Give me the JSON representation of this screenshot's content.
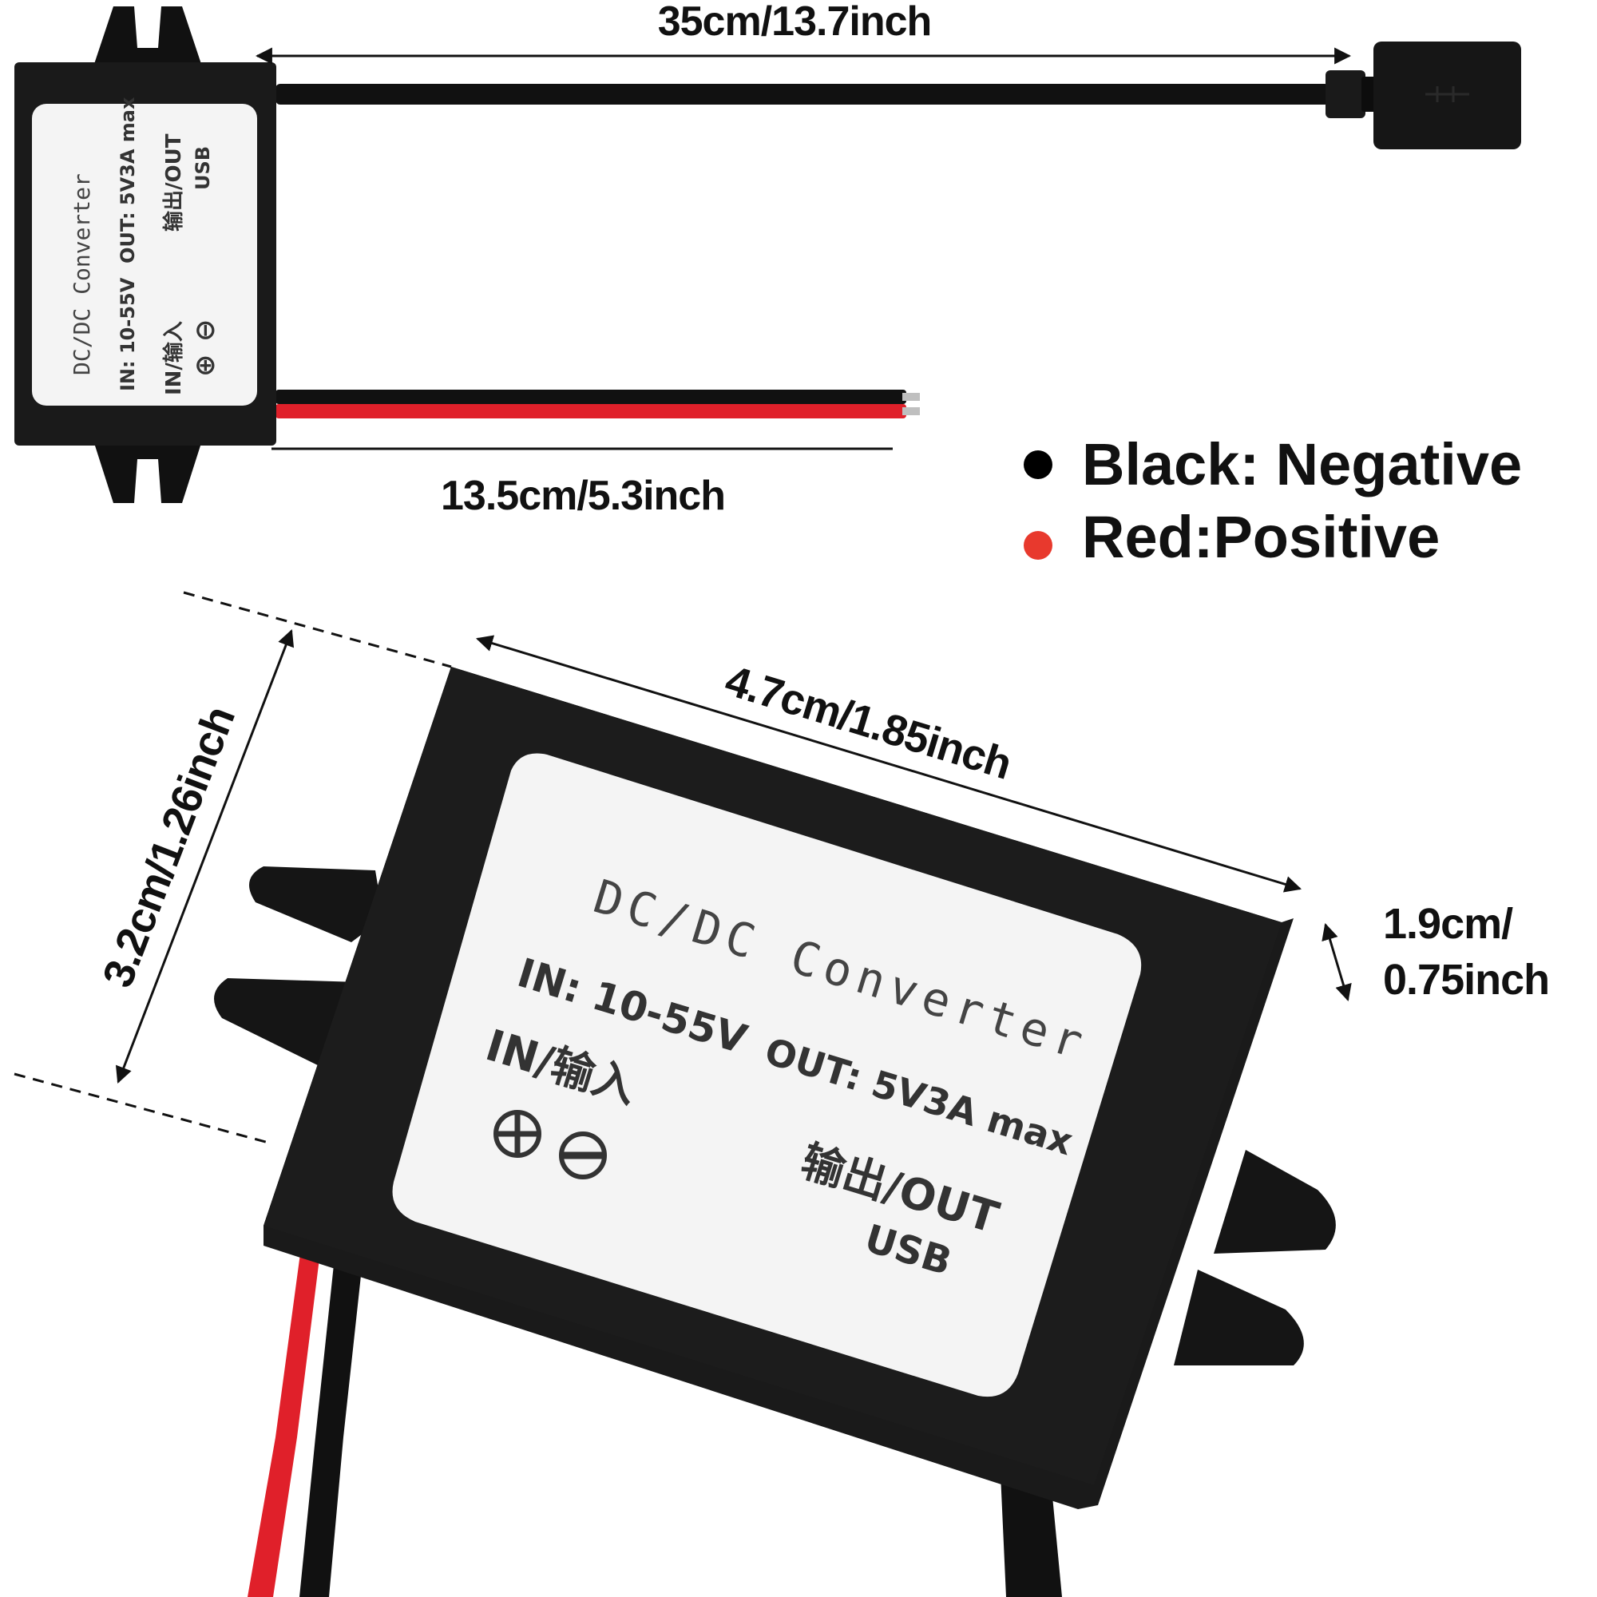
{
  "top_view": {
    "usb_cable_length": "35cm/13.7inch",
    "power_wire_length": "13.5cm/5.3inch",
    "label": {
      "title": "DC/DC Converter",
      "input": "IN: 10-55V",
      "output": "OUT: 5V3A max",
      "in_cn": "IN/输入",
      "out_cn": "输出/OUT",
      "usb": "USB",
      "polarity_plus": "⊕",
      "polarity_minus": "⊖"
    }
  },
  "legend": {
    "items": [
      {
        "color": "#000000",
        "text": "Black: Negative"
      },
      {
        "color": "#e8392d",
        "text": "Red:Positive"
      }
    ]
  },
  "dimension_view": {
    "length": "4.7cm/1.85inch",
    "width": "3.2cm/1.26inch",
    "height_line1": "1.9cm/",
    "height_line2": "0.75inch",
    "label": {
      "title": "DC/DC  Converter",
      "input": "IN: 10-55V",
      "output": "OUT: 5V3A max",
      "in_cn": "IN/输入",
      "out_cn": "输出/OUT",
      "usb": "USB"
    }
  },
  "colors": {
    "housing": "#1a1a1a",
    "label_bg": "#f4f4f4",
    "wire_red": "#e0202a",
    "wire_black": "#111111",
    "legend_red": "#e8392d"
  }
}
